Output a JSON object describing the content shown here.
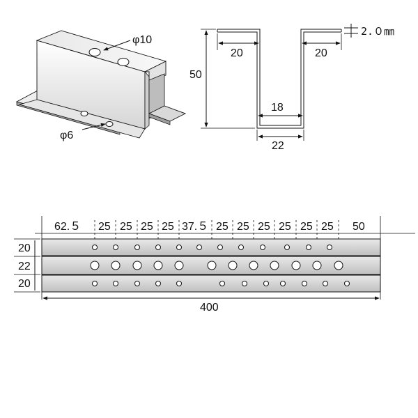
{
  "iso": {
    "hole_large_label": "φ10",
    "hole_small_label": "φ6"
  },
  "section": {
    "flange_left_label": "20",
    "flange_right_label": "20",
    "height_label": "50",
    "inner_width_label": "18",
    "outer_width_label": "22",
    "thickness_label": "2.０㎜"
  },
  "plan": {
    "spacing_labels": [
      "62.５",
      "25",
      "25",
      "25",
      "25",
      "37.５",
      "25",
      "25",
      "25",
      "25",
      "25",
      "25",
      "50"
    ],
    "row_labels": [
      "20",
      "22",
      "20"
    ],
    "total_length_label": "400"
  },
  "colors": {
    "metal_light": "#f2f2f2",
    "metal_mid": "#d9d9d9",
    "metal_dark": "#b5b5b5",
    "line": "#111111"
  }
}
